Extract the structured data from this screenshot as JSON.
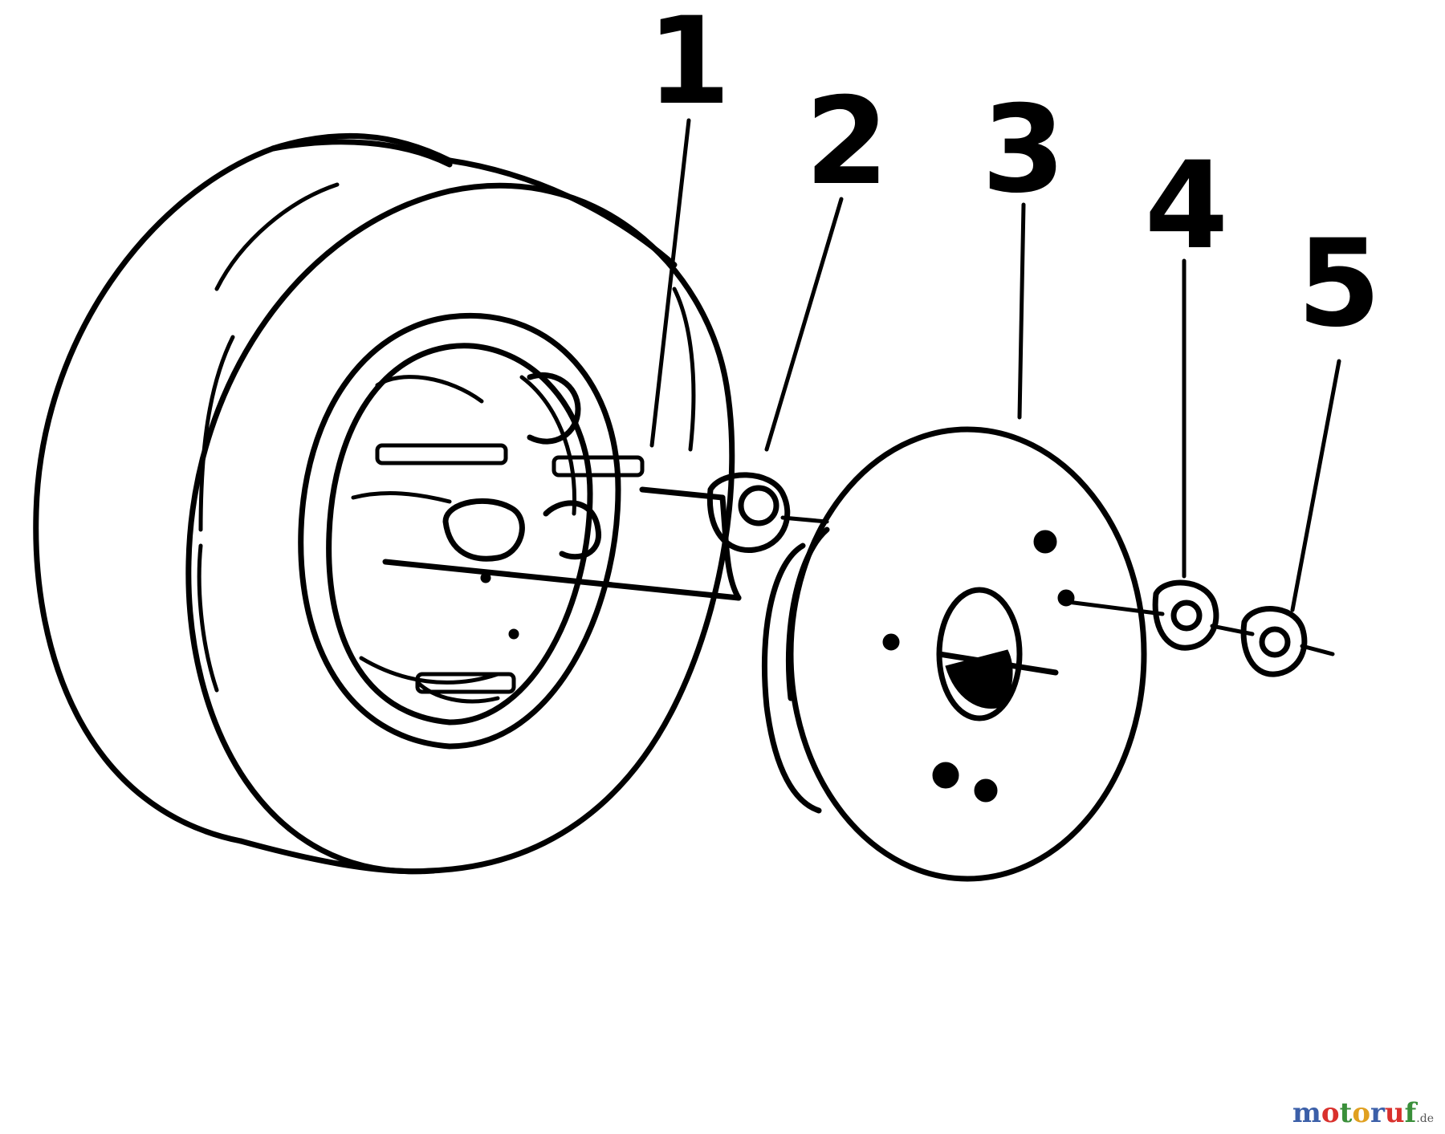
{
  "callouts": [
    "1",
    "2",
    "3",
    "4",
    "5"
  ],
  "watermark": {
    "letters": [
      {
        "ch": "m",
        "color": "#3b5fa8"
      },
      {
        "ch": "o",
        "color": "#d9302c"
      },
      {
        "ch": "t",
        "color": "#3a8f3a"
      },
      {
        "ch": "o",
        "color": "#e0a020"
      },
      {
        "ch": "r",
        "color": "#3b5fa8"
      },
      {
        "ch": "u",
        "color": "#d9302c"
      },
      {
        "ch": "f",
        "color": "#3a8f3a"
      }
    ],
    "suffix": ".de"
  }
}
